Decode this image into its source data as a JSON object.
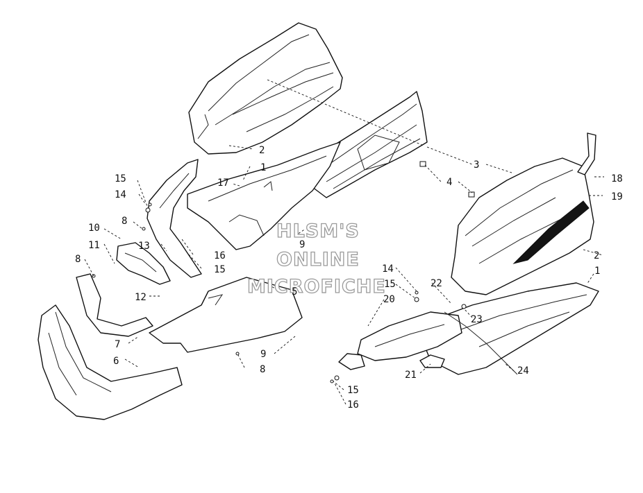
{
  "watermark": {
    "line1": "HLSM'S",
    "line2": "ONLINE",
    "line3": "MICROFICHE"
  },
  "callouts": [
    {
      "id": "c2a",
      "text": "2"
    },
    {
      "id": "c1a",
      "text": "1"
    },
    {
      "id": "c17",
      "text": "17"
    },
    {
      "id": "c3",
      "text": "3"
    },
    {
      "id": "c4",
      "text": "4"
    },
    {
      "id": "c18",
      "text": "18"
    },
    {
      "id": "c19",
      "text": "19"
    },
    {
      "id": "c2b",
      "text": "2"
    },
    {
      "id": "c1b",
      "text": "1"
    },
    {
      "id": "c15a",
      "text": "15"
    },
    {
      "id": "c14a",
      "text": "14"
    },
    {
      "id": "c8a",
      "text": "8"
    },
    {
      "id": "c10",
      "text": "10"
    },
    {
      "id": "c11",
      "text": "11"
    },
    {
      "id": "c13",
      "text": "13"
    },
    {
      "id": "c16a",
      "text": "16"
    },
    {
      "id": "c15b",
      "text": "15"
    },
    {
      "id": "c9a",
      "text": "9"
    },
    {
      "id": "c8b",
      "text": "8"
    },
    {
      "id": "c12",
      "text": "12"
    },
    {
      "id": "c5",
      "text": "5"
    },
    {
      "id": "c7",
      "text": "7"
    },
    {
      "id": "c6",
      "text": "6"
    },
    {
      "id": "c9b",
      "text": "9"
    },
    {
      "id": "c8c",
      "text": "8"
    },
    {
      "id": "c14b",
      "text": "14"
    },
    {
      "id": "c15c",
      "text": "15"
    },
    {
      "id": "c20",
      "text": "20"
    },
    {
      "id": "c22",
      "text": "22"
    },
    {
      "id": "c23",
      "text": "23"
    },
    {
      "id": "c21",
      "text": "21"
    },
    {
      "id": "c24",
      "text": "24"
    },
    {
      "id": "c15d",
      "text": "15"
    },
    {
      "id": "c16b",
      "text": "16"
    }
  ]
}
